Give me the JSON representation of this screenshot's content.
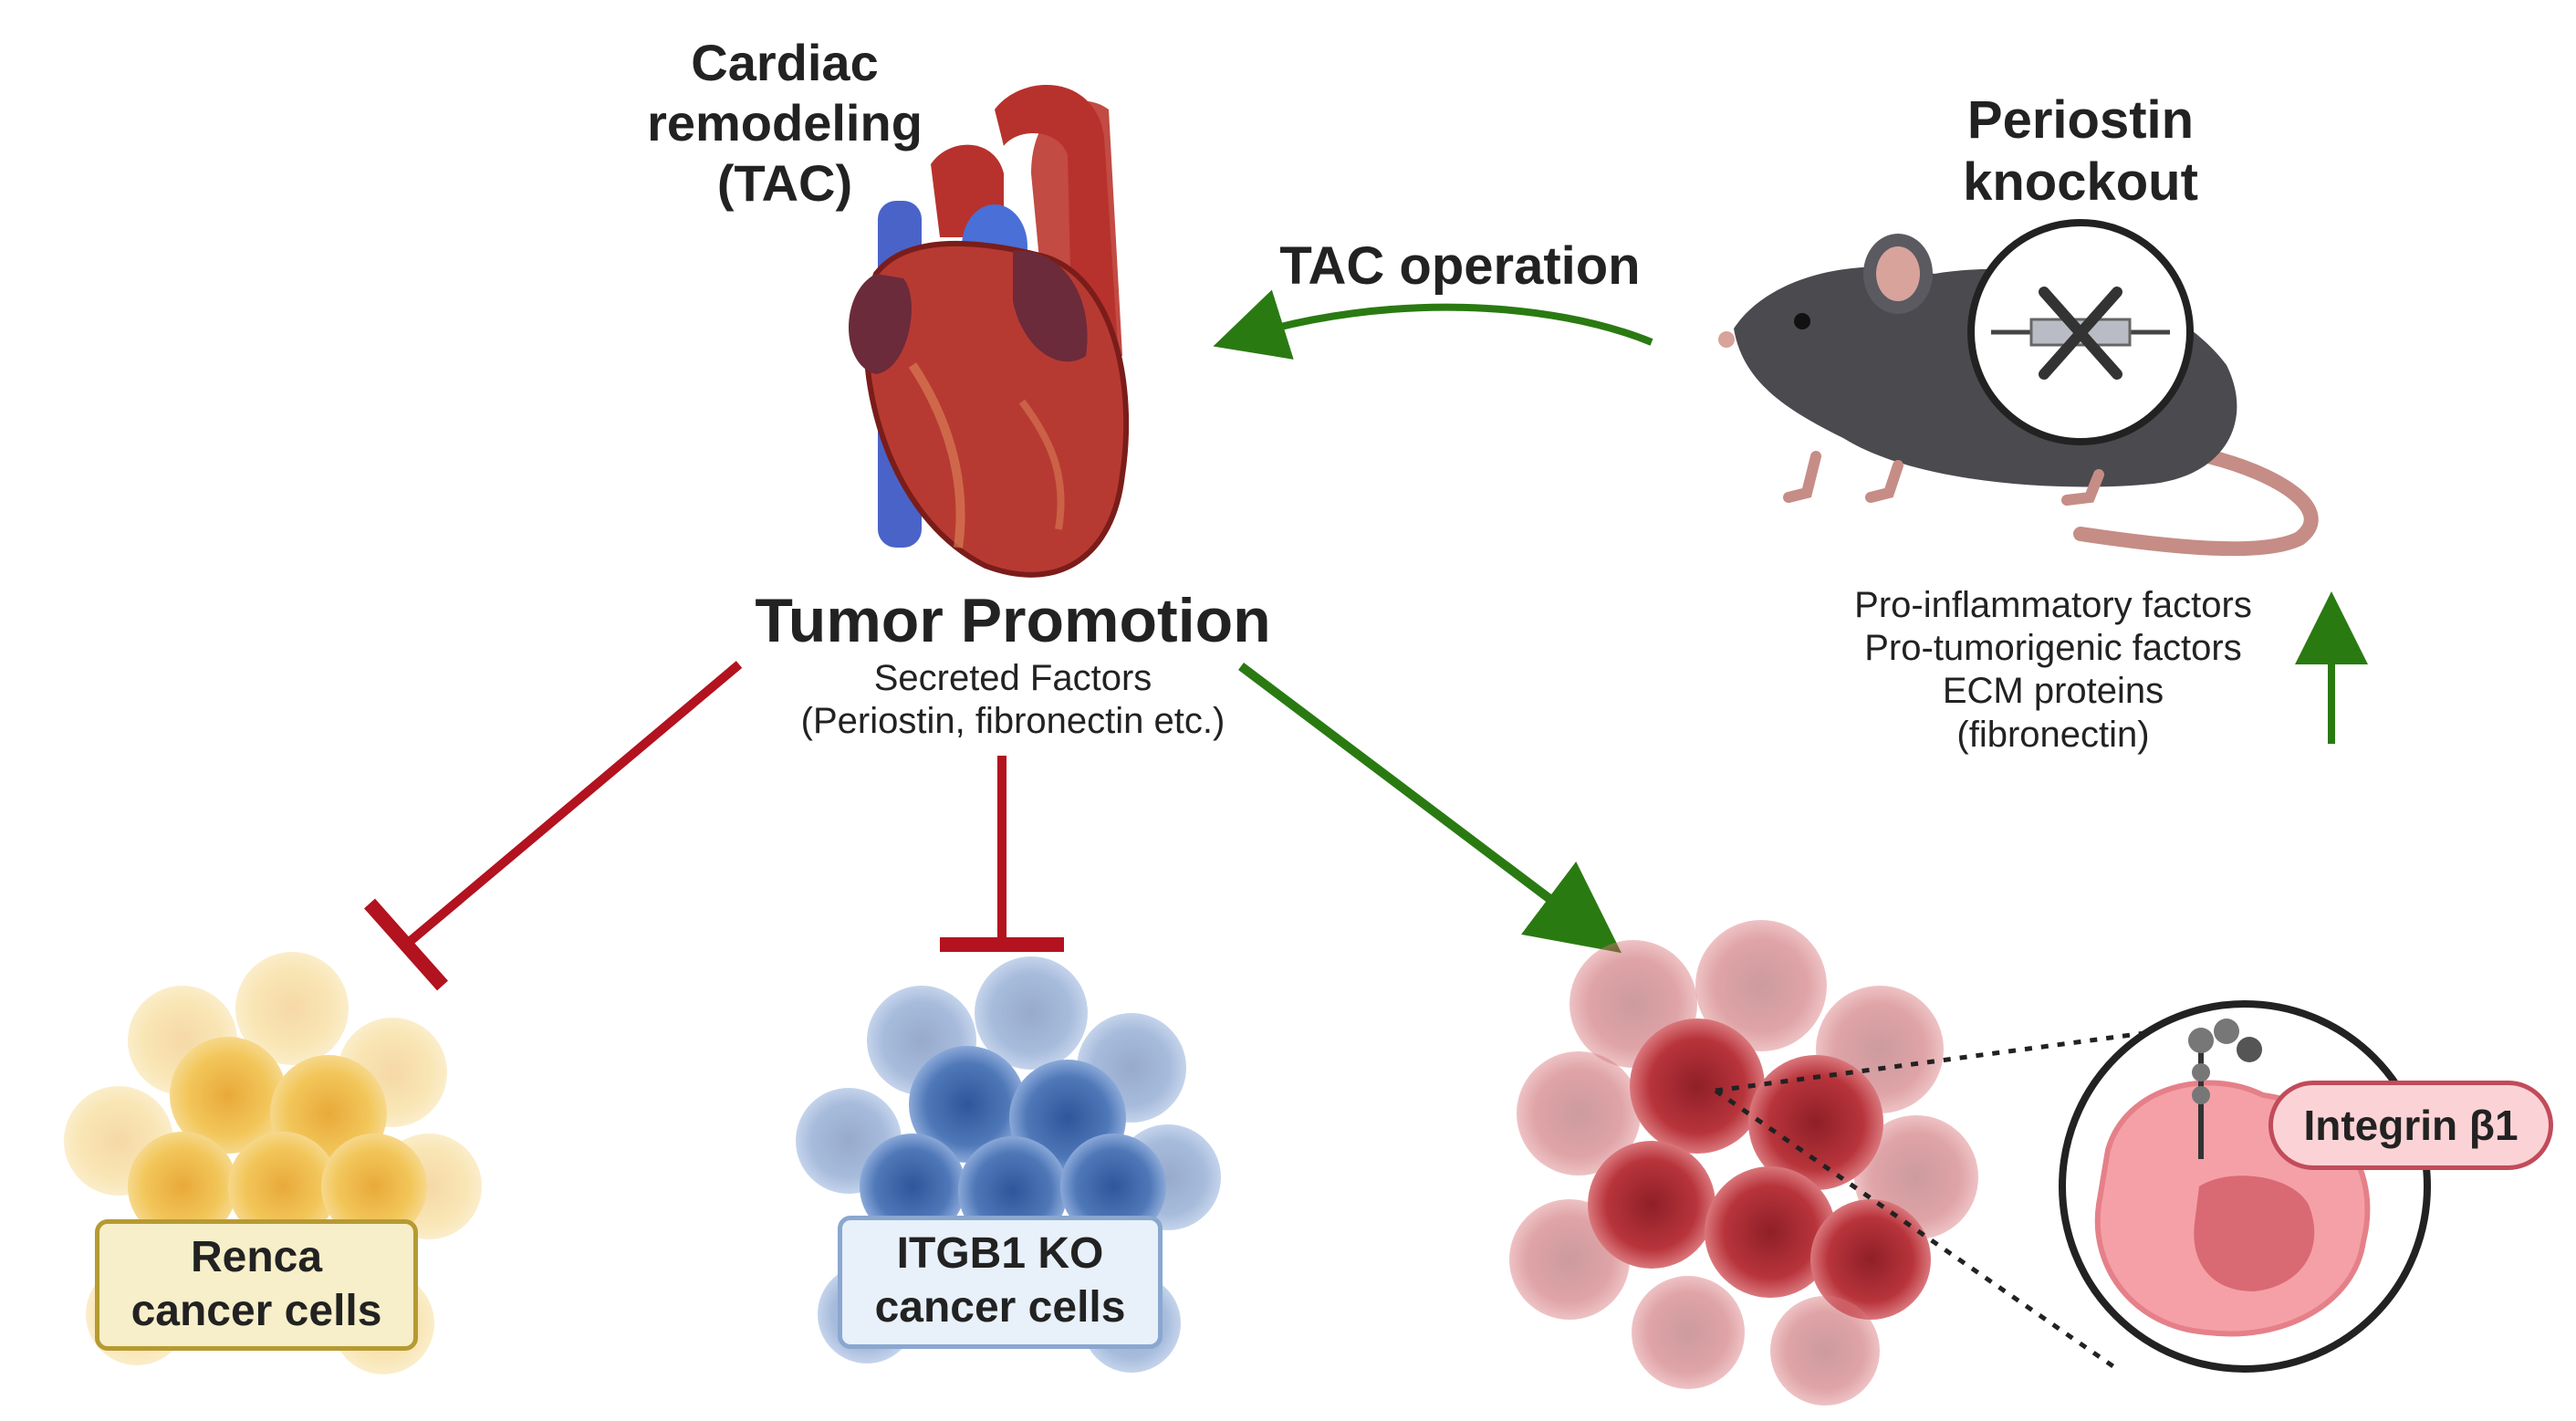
{
  "labels": {
    "cardiac": [
      "Cardiac",
      "remodeling",
      "(TAC)"
    ],
    "periostin": [
      "Periostin",
      "knockout"
    ],
    "tac_operation": "TAC operation",
    "tumor_promotion": "Tumor Promotion",
    "secreted": [
      "Secreted Factors",
      "(Periostin, fibronectin etc.)"
    ],
    "factors": [
      "Pro-inflammatory factors",
      "Pro-tumorigenic factors",
      "ECM proteins",
      "(fibronectin)"
    ],
    "renca": [
      "Renca",
      "cancer cells"
    ],
    "itgb1": [
      "ITGB1 KO",
      "cancer cells"
    ],
    "integrin": "Integrin β1"
  },
  "colors": {
    "inhibit": "#b3121f",
    "activate": "#2a7a12",
    "renca_cells": "#f2c65a",
    "itgb1_cells": "#4f78b8",
    "tumor_cells": "#b8343b",
    "heart": "#b73a32",
    "vessel_blue": "#4a63c9",
    "mouse": "#4a4a4f"
  }
}
